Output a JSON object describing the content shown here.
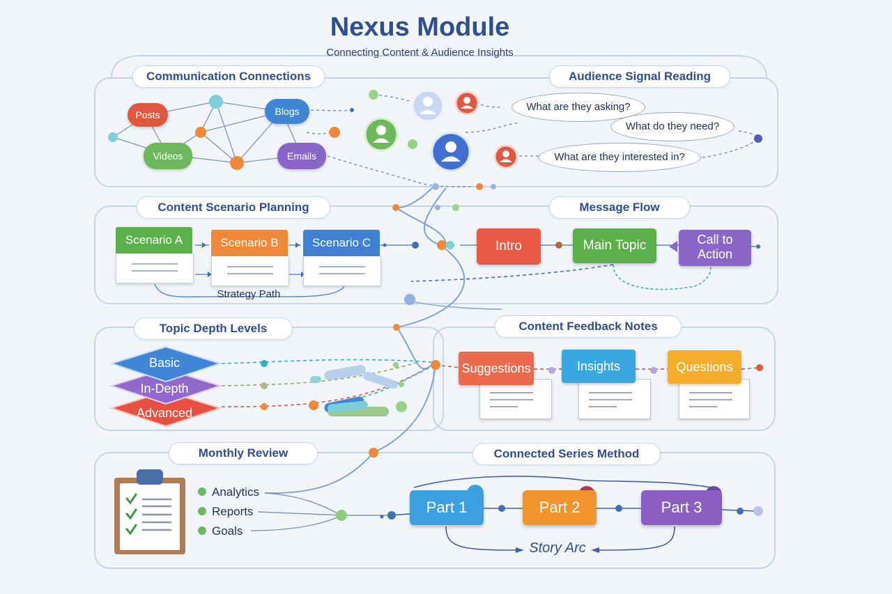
{
  "header": {
    "title": "Nexus Module",
    "subtitle": "Connecting Content & Audience Insights"
  },
  "sections": {
    "communication": "Communication Connections",
    "audience": "Audience Signal Reading",
    "scenario": "Content Scenario Planning",
    "message": "Message Flow",
    "depth": "Topic Depth Levels",
    "feedback": "Content Feedback Notes",
    "review": "Monthly Review",
    "series": "Connected Series Method"
  },
  "communication": {
    "nodes": [
      "Posts",
      "Blogs",
      "Videos",
      "Emails"
    ]
  },
  "audience": {
    "questions": [
      "What are they asking?",
      "What do they need?",
      "What are they interested in?"
    ]
  },
  "scenario": {
    "cards": [
      "Scenario A",
      "Scenario B",
      "Scenario C"
    ],
    "path_label": "Strategy Path"
  },
  "message": {
    "steps": [
      "Intro",
      "Main Topic",
      "Call to Action"
    ]
  },
  "depth": {
    "levels": [
      "Basic",
      "In-Depth",
      "Advanced"
    ]
  },
  "feedback": {
    "notes": [
      "Suggestions",
      "Insights",
      "Questions"
    ]
  },
  "review": {
    "items": [
      "Analytics",
      "Reports",
      "Goals"
    ]
  },
  "series": {
    "parts": [
      "Part 1",
      "Part 2",
      "Part 3"
    ],
    "arc_label": "Story Arc"
  },
  "colors": {
    "red": "#e0573f",
    "blue": "#3f86d6",
    "green": "#5fae4f",
    "purple": "#8a66c9",
    "orange": "#f0883a",
    "yellow": "#f4ac2a",
    "title": "#2f4e8f",
    "teal": "#2bb3c0"
  }
}
